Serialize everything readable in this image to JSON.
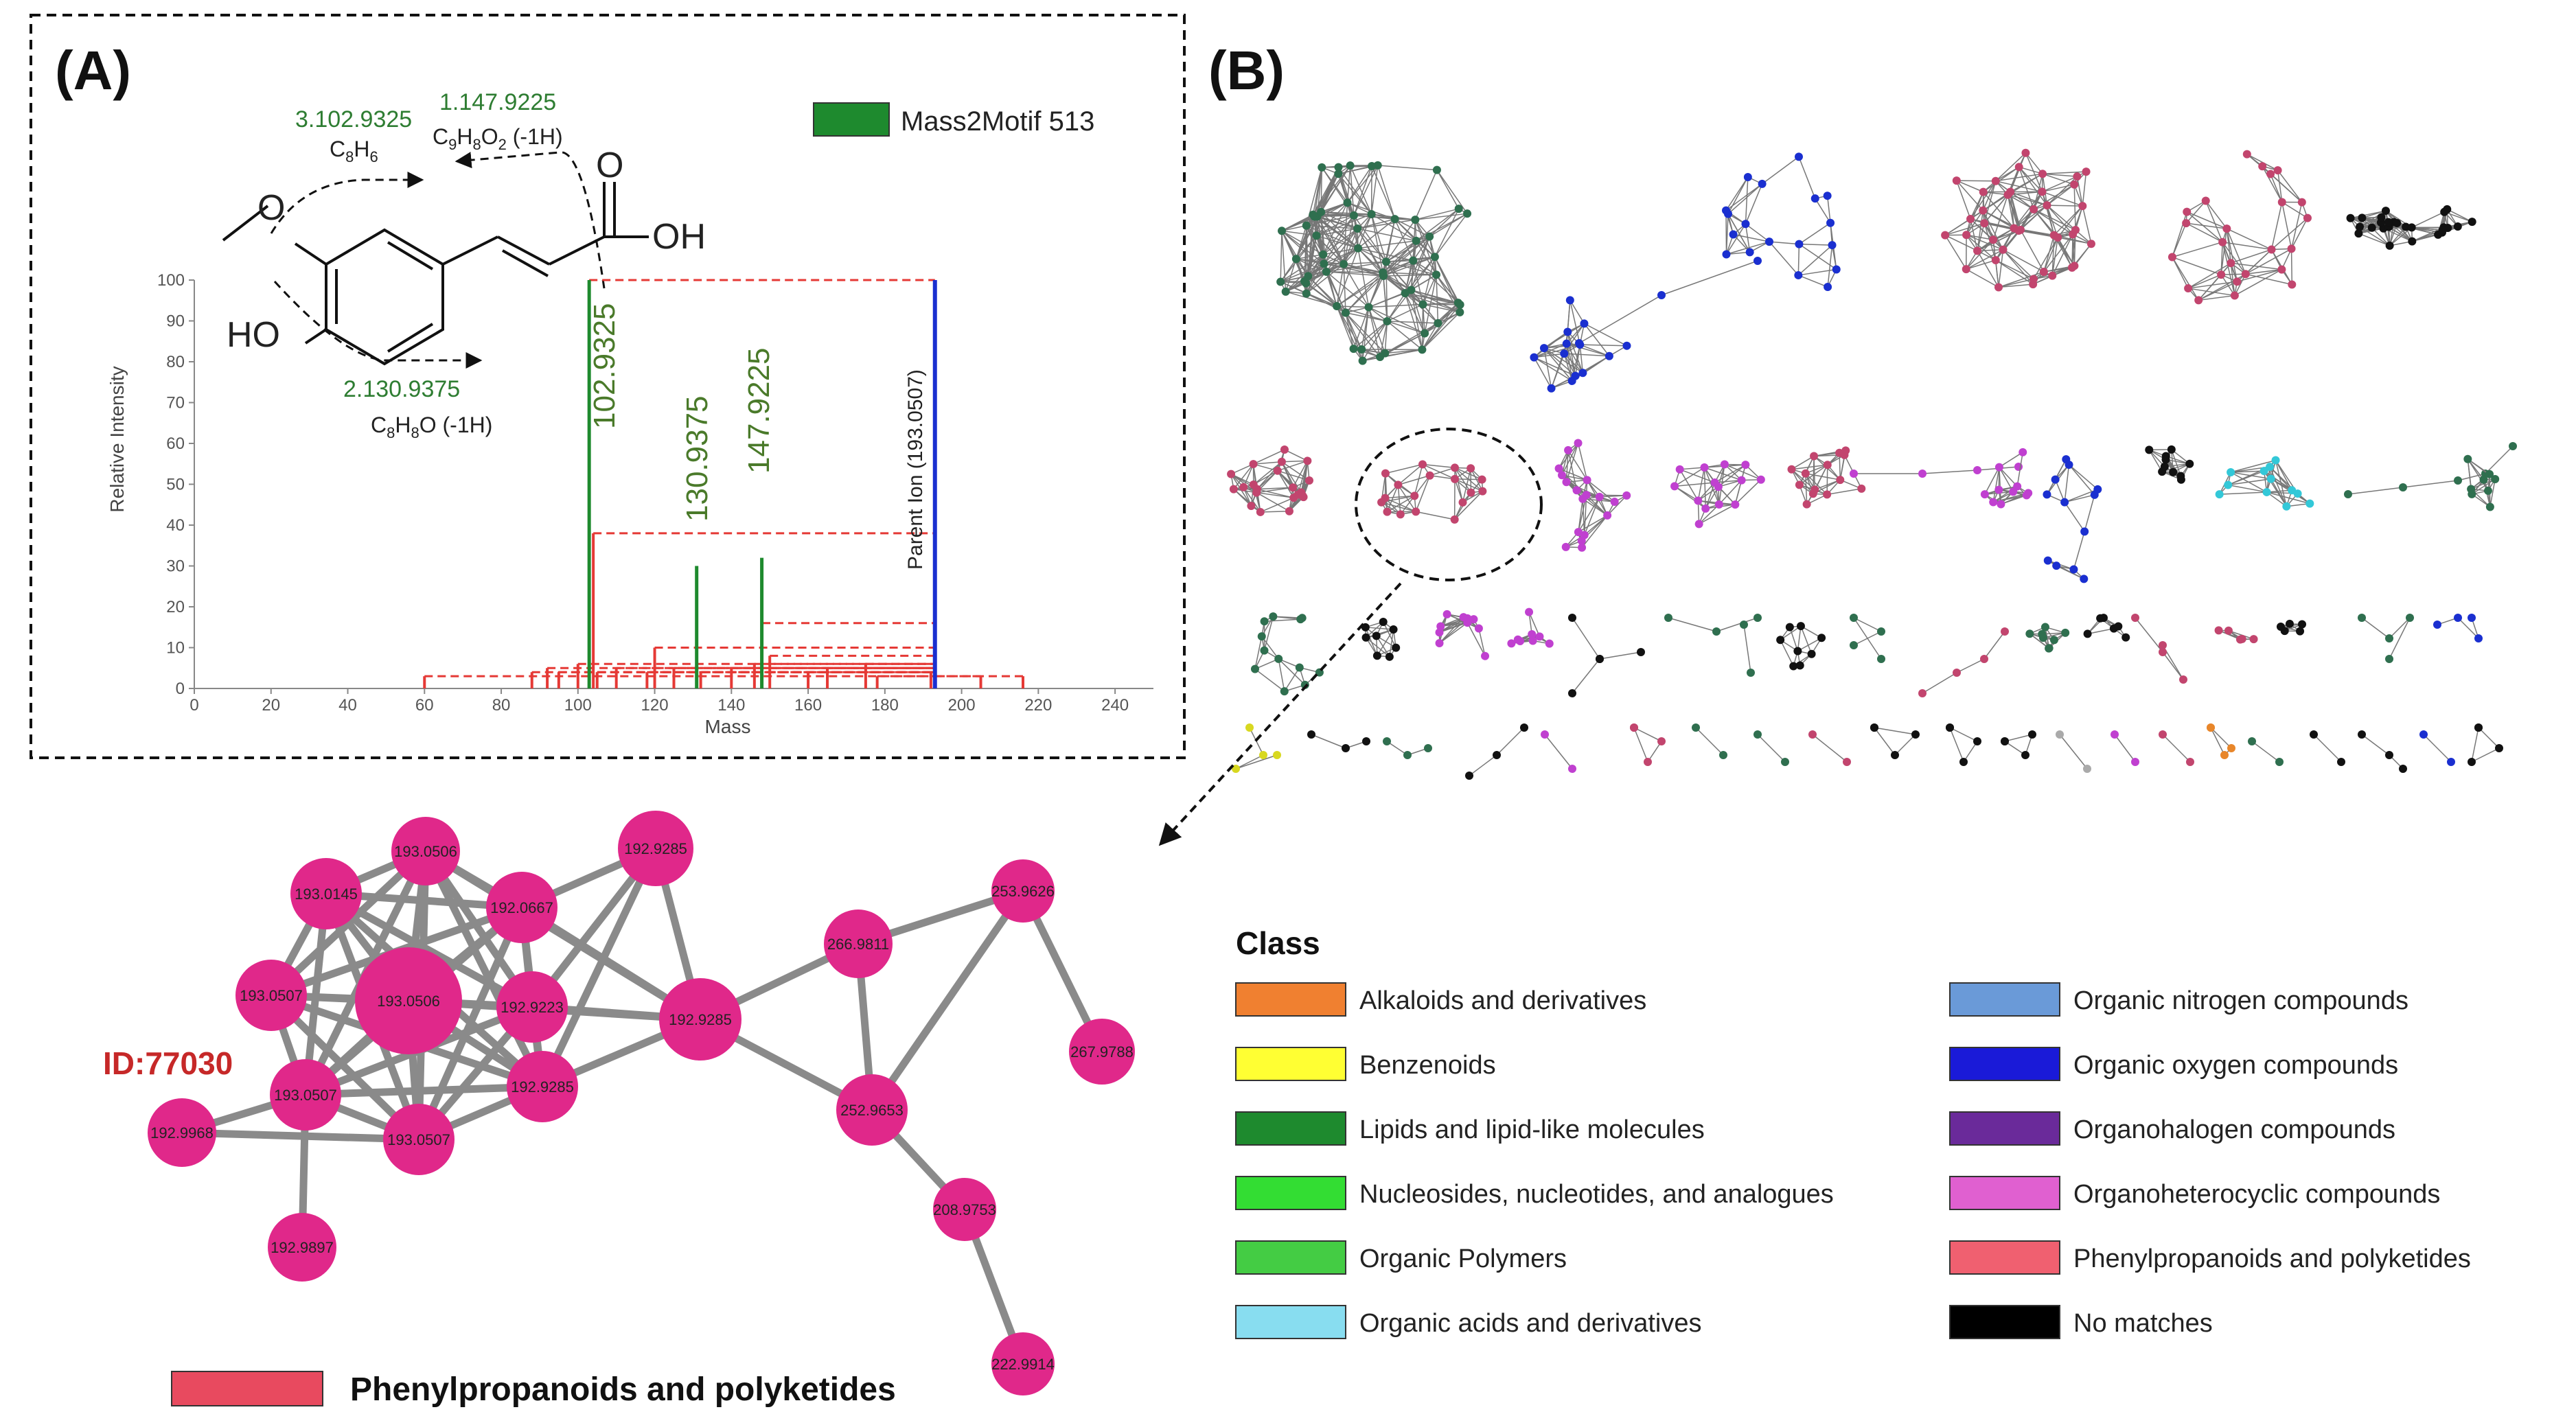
{
  "panel_a": {
    "label": "(A)",
    "legend": {
      "label": "Mass2Motif 513",
      "color": "#1e8a2e"
    },
    "structure": {
      "oh": "OH",
      "ho": "HO"
    },
    "fragments": [
      {
        "id": "frag1",
        "value": "1.147.9225",
        "formula_main": "C",
        "formula_parts": [
          "C",
          "9",
          "H",
          "8",
          "O",
          "2",
          " (-1H)"
        ]
      },
      {
        "id": "frag2",
        "value": "3.102.9325",
        "formula_parts": [
          "C",
          "8",
          "H",
          "6"
        ]
      },
      {
        "id": "frag3",
        "value": "2.130.9375",
        "formula_parts": [
          "C",
          "8",
          "H",
          "8",
          "O (-1H)"
        ]
      }
    ],
    "spectrum": {
      "xlabel": "Mass",
      "ylabel": "Relative Intensity",
      "xticks": [
        "0",
        "20",
        "40",
        "60",
        "80",
        "100",
        "120",
        "140",
        "160",
        "180",
        "200",
        "220",
        "240"
      ],
      "yticks": [
        "0",
        "10",
        "20",
        "30",
        "40",
        "50",
        "60",
        "70",
        "80",
        "90",
        "100"
      ],
      "peak_labels": [
        "102.9325",
        "130.9375",
        "147.9225"
      ],
      "parent_label": "Parent Ion (193.0507)"
    }
  },
  "chart_data": {
    "type": "bar",
    "title": "",
    "xlabel": "Mass",
    "ylabel": "Relative Intensity",
    "xlim": [
      0,
      250
    ],
    "ylim": [
      0,
      100
    ],
    "series": [
      {
        "name": "Mass2Motif 513",
        "color": "#1e8a2e",
        "points": [
          {
            "x": 102.93,
            "y": 100
          },
          {
            "x": 130.94,
            "y": 30
          },
          {
            "x": 147.92,
            "y": 32
          }
        ]
      },
      {
        "name": "Parent Ion (193.0507)",
        "color": "#1a2fd0",
        "points": [
          {
            "x": 193.05,
            "y": 100
          }
        ]
      },
      {
        "name": "",
        "color": "#e53935",
        "points": [
          {
            "x": 60,
            "y": 3
          },
          {
            "x": 88,
            "y": 4
          },
          {
            "x": 92,
            "y": 5
          },
          {
            "x": 95,
            "y": 4
          },
          {
            "x": 100,
            "y": 6
          },
          {
            "x": 104,
            "y": 38
          },
          {
            "x": 105,
            "y": 4
          },
          {
            "x": 110,
            "y": 5
          },
          {
            "x": 118,
            "y": 4
          },
          {
            "x": 120,
            "y": 10
          },
          {
            "x": 125,
            "y": 5
          },
          {
            "x": 132,
            "y": 4
          },
          {
            "x": 140,
            "y": 5
          },
          {
            "x": 146,
            "y": 6
          },
          {
            "x": 148,
            "y": 16
          },
          {
            "x": 150,
            "y": 8
          },
          {
            "x": 160,
            "y": 4
          },
          {
            "x": 165,
            "y": 5
          },
          {
            "x": 175,
            "y": 6
          },
          {
            "x": 178,
            "y": 3
          },
          {
            "x": 192,
            "y": 4
          },
          {
            "x": 205,
            "y": 3
          },
          {
            "x": 216,
            "y": 3
          }
        ]
      }
    ]
  },
  "panel_b": {
    "label": "(B)",
    "class_title": "Class",
    "classes": [
      {
        "label": "Alkaloids and derivatives",
        "color": "#f08030"
      },
      {
        "label": "Benzenoids",
        "color": "#ffff33"
      },
      {
        "label": "Lipids and lipid-like molecules",
        "color": "#1e8a2e"
      },
      {
        "label": "Nucleosides, nucleotides, and analogues",
        "color": "#33dd33"
      },
      {
        "label": "Organic Polymers",
        "color": "#44cc44"
      },
      {
        "label": "Organic acids and derivatives",
        "color": "#88ddf0"
      },
      {
        "label": "Organic nitrogen compounds",
        "color": "#6a9ad8"
      },
      {
        "label": "Organic oxygen compounds",
        "color": "#1a1ad8"
      },
      {
        "label": "Organohalogen compounds",
        "color": "#6a2a9a"
      },
      {
        "label": "Organoheterocyclic compounds",
        "color": "#e060d0"
      },
      {
        "label": "Phenylpropanoids and polyketides",
        "color": "#f06070"
      },
      {
        "label": "No matches",
        "color": "#000000"
      }
    ]
  },
  "network_detail": {
    "id_label": "ID:77030",
    "legend_label": "Phenylpropanoids and polyketides",
    "legend_color": "#e84a5f",
    "node_color": "#e0288a",
    "nodes": [
      {
        "label": "193.0506"
      },
      {
        "label": "192.9285"
      },
      {
        "label": "193.0145"
      },
      {
        "label": "192.0667"
      },
      {
        "label": "253.9626"
      },
      {
        "label": "266.9811"
      },
      {
        "label": "193.0507"
      },
      {
        "label": "193.0506"
      },
      {
        "label": "192.9223"
      },
      {
        "label": "192.9285"
      },
      {
        "label": "267.9788"
      },
      {
        "label": "193.0507"
      },
      {
        "label": "192.9285"
      },
      {
        "label": "252.9653"
      },
      {
        "label": "192.9968"
      },
      {
        "label": "193.0507"
      },
      {
        "label": "192.9897"
      },
      {
        "label": "208.9753"
      },
      {
        "label": "222.9914"
      }
    ]
  }
}
